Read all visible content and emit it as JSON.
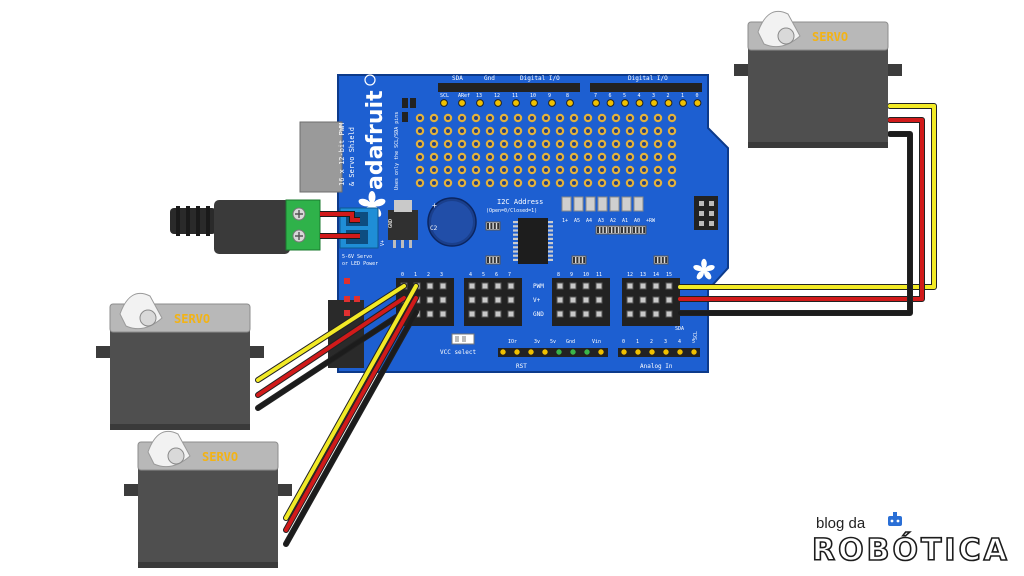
{
  "board": {
    "title_line1": "16 x 12-bit PWM",
    "title_line2": "& Servo Shield",
    "brand": "adafruit",
    "top_header_labels": [
      "SDA",
      "Gnd",
      "Digital I/O",
      "Digital I/O"
    ],
    "top_left_pins": [
      "SCL",
      "ARef",
      "13",
      "12",
      "11",
      "10",
      "9",
      "8"
    ],
    "top_right_pins": [
      "7",
      "6",
      "5",
      "4",
      "3",
      "2",
      "1",
      "0"
    ],
    "i2c_title": "I2C Address",
    "i2c_sub": "(Open=0/Closed=1)",
    "addr_labels": [
      "1+",
      "A5",
      "A4",
      "A3",
      "A2",
      "A1",
      "A0",
      "+RW"
    ],
    "side_note": "Uses only the SCL/SDA pins",
    "cap_label": "C2",
    "power_vplus": "V+",
    "power_gnd": "GND",
    "power_caption_1": "5-6V Servo",
    "power_caption_2": "or LED Power",
    "row_pwm": "PWM",
    "row_vplus": "V+",
    "row_gnd": "GND",
    "channel_numbers": [
      "0",
      "1",
      "2",
      "3",
      "4",
      "5",
      "6",
      "7",
      "8",
      "9",
      "10",
      "11",
      "12",
      "13",
      "14",
      "15"
    ],
    "vcc_select": "VCC select",
    "bottom_pins": [
      "IOr",
      "3v",
      "5v",
      "Gnd",
      "Vin"
    ],
    "rst_label": "RST",
    "analog_label": "Analog In",
    "analog_pins": [
      "0",
      "1",
      "2",
      "3",
      "4",
      "5"
    ],
    "sda_label": "SDA",
    "scl_label": "SCL"
  },
  "servos": [
    {
      "label": "SERVO"
    },
    {
      "label": "SERVO"
    },
    {
      "label": "SERVO"
    },
    {
      "label": "SERVO"
    }
  ],
  "logo": {
    "small": "blog da",
    "big": "ROBÓTICA"
  },
  "colors": {
    "board": "#1d5fd1",
    "board_edge": "#0d3a8a",
    "servo_body": "#4f4f4f",
    "servo_top": "#b8b8b8",
    "servo_label": "#f2b316",
    "wire_signal": "#f2ea26",
    "wire_power": "#d11a1a",
    "wire_ground": "#1c1c1c",
    "terminal_green": "#2fb24a"
  }
}
